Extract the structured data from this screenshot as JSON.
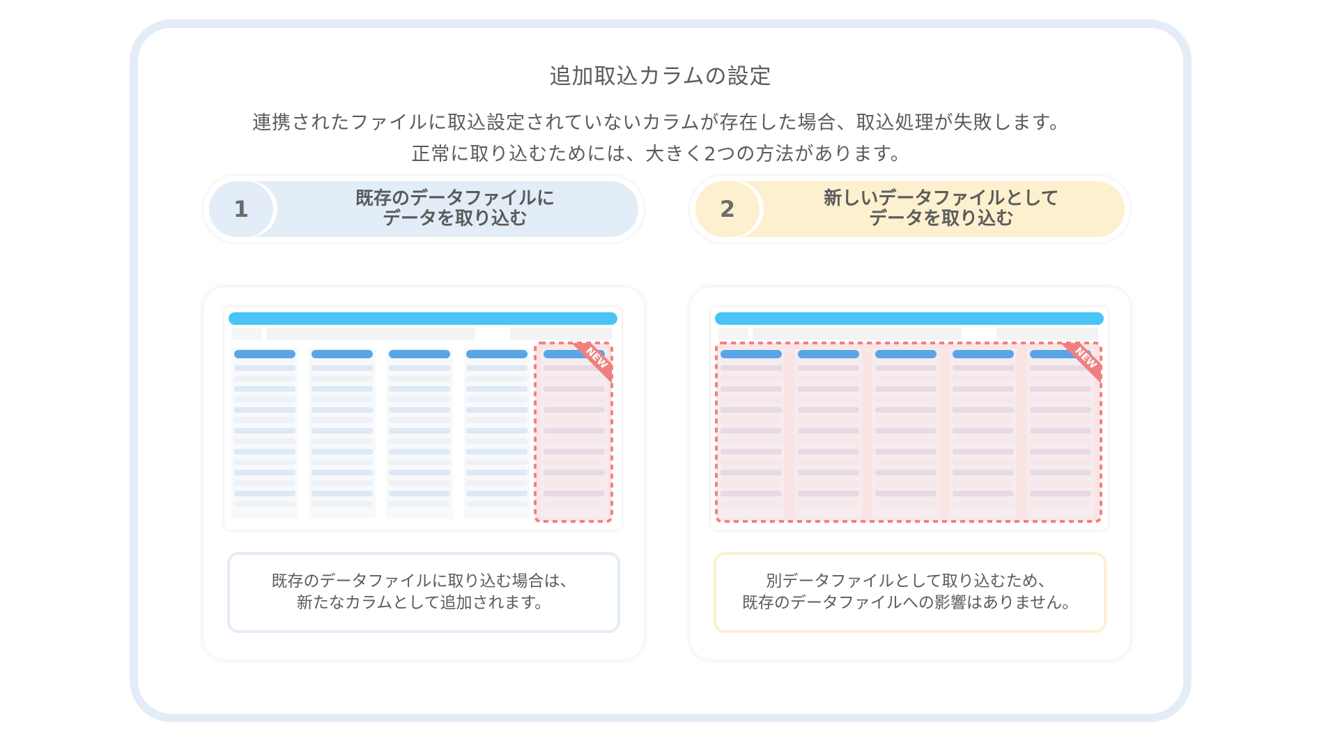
{
  "title": "追加取込カラムの設定",
  "description": {
    "line1": "連携されたファイルに取込設定されていないカラムが存在した場合、取込処理が失敗します。",
    "line2": "正常に取り込むためには、大きく2つの方法があります。"
  },
  "options": [
    {
      "number": "1",
      "label": "既存のデータファイルに\nデータを取り込む",
      "note": "既存のデータファイルに取り込む場合は、\n新たなカラムとして追加されます。",
      "badge": "NEW"
    },
    {
      "number": "2",
      "label": "新しいデータファイルとして\nデータを取り込む",
      "note": "別データファイルとして取り込むため、\n既存のデータファイルへの影響はありません。",
      "badge": "NEW"
    }
  ],
  "colors": {
    "option1_bg": "#e3edf7",
    "option2_bg": "#fcf0cf",
    "sheet_header": "#48c4f5",
    "column_header": "#5aa5e8",
    "highlight": "#f08080"
  }
}
